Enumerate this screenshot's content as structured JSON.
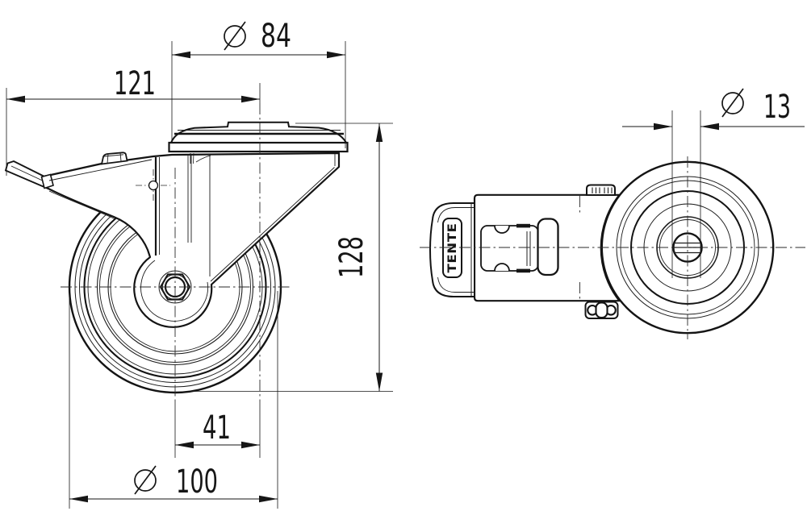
{
  "drawing": {
    "type": "technical-drawing-caster-two-views",
    "ink_color": "#161616",
    "background_color": "#ffffff",
    "brand": "TENTE",
    "dimensions": {
      "plate_diameter": {
        "symbol": "Ø",
        "value": "84"
      },
      "overall_length": {
        "value": "121"
      },
      "bolt_hole_diameter": {
        "symbol": "Ø",
        "value": "13"
      },
      "overall_height": {
        "value": "128"
      },
      "swivel_offset": {
        "value": "41"
      },
      "wheel_diameter": {
        "symbol": "Ø",
        "value": "100"
      }
    }
  }
}
